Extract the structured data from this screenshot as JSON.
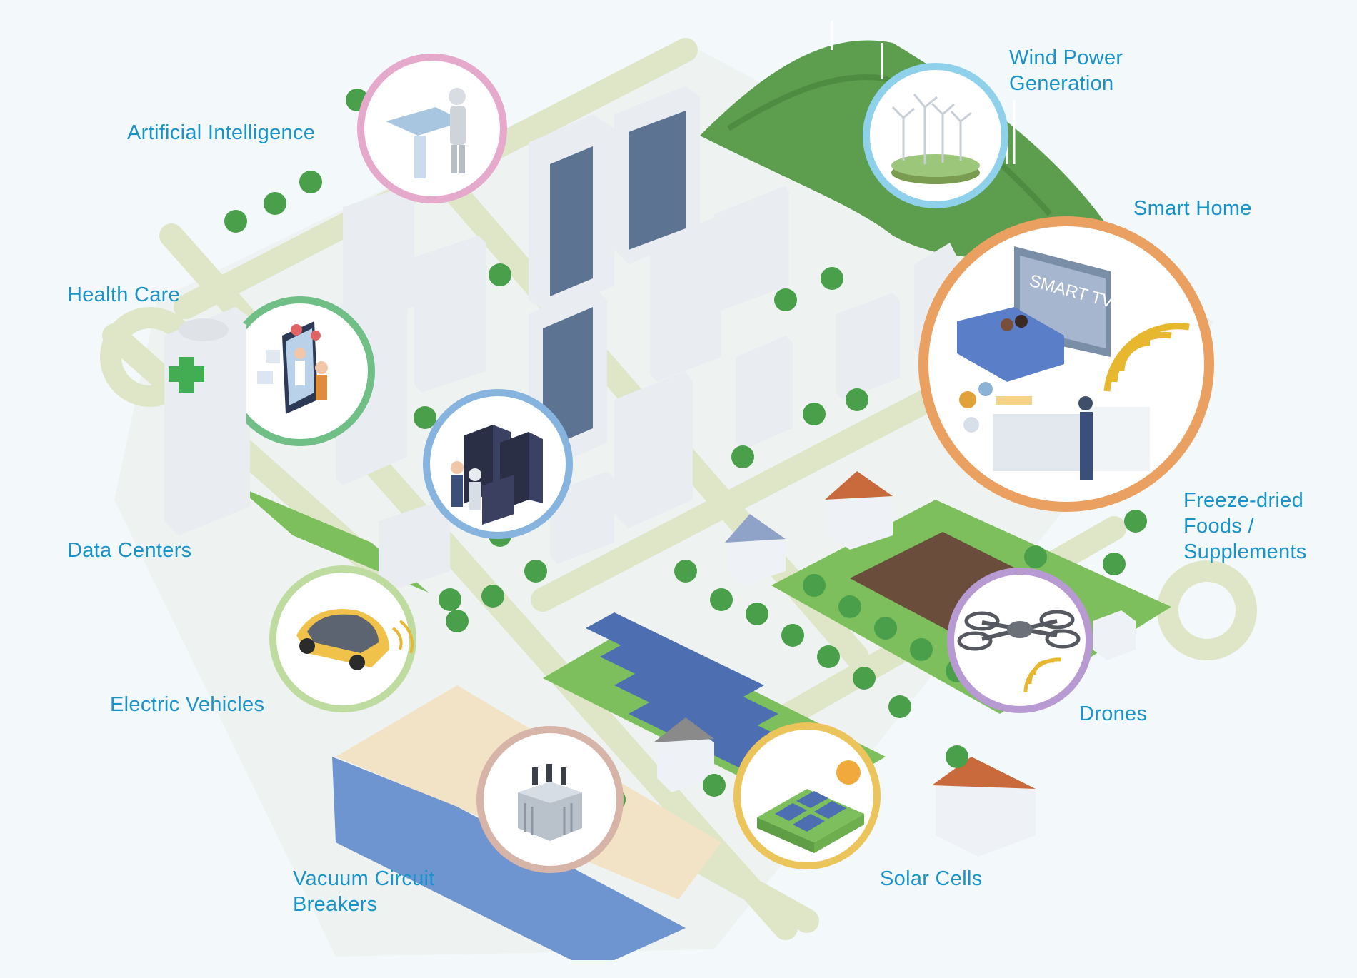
{
  "labels": {
    "ai": "Artificial Intelligence",
    "wind": [
      "Wind Power",
      "Generation"
    ],
    "smart_home": "Smart Home",
    "health": "Health Care",
    "freeze": [
      "Freeze-dried",
      "Foods /",
      "Supplements"
    ],
    "data_centers": "Data Centers",
    "ev": "Electric Vehicles",
    "drones": "Drones",
    "vcb": [
      "Vacuum Circuit",
      "Breakers"
    ],
    "solar": "Solar Cells",
    "smart_tv": "SMART TV"
  },
  "colors": {
    "label_text": "#1a93c9",
    "ring_ai": "#e5a9cc",
    "ring_wind": "#8fd0ea",
    "ring_smart_home": "#eaa061",
    "ring_health": "#6fbf86",
    "ring_data": "#86b4de",
    "ring_ev": "#bfdca0",
    "ring_drones": "#b79ad1",
    "ring_vcb": "#d6b4a8",
    "ring_solar": "#ebc45b",
    "water": "#6f95d0",
    "grass": "#7cbf5c",
    "road": "#dfe6c8"
  },
  "icons": [
    "robot-icon",
    "wind-turbine-icon",
    "smart-tv-icon",
    "doctor-tablet-icon",
    "server-rack-icon",
    "electric-car-icon",
    "drone-icon",
    "transformer-icon",
    "solar-panel-icon"
  ]
}
